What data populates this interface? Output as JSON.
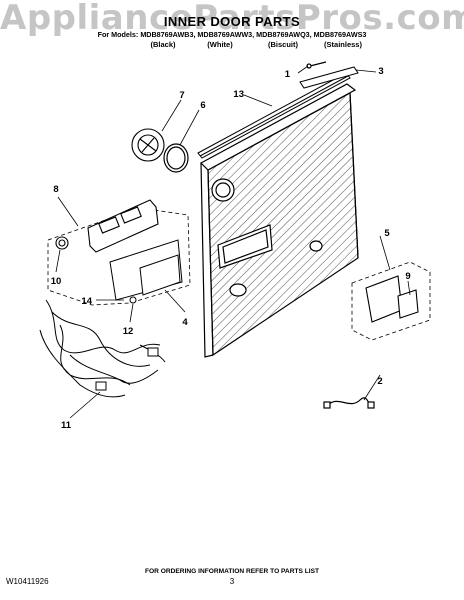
{
  "watermark": "AppliancePartsPros.com",
  "title": "INNER DOOR PARTS",
  "models": "For Models: MDB8769AWB3, MDB8769AWW3, MDB8769AWQ3, MDB8769AWS3",
  "variants": [
    "(Black)",
    "(White)",
    "(Biscuit)",
    "(Stainless)"
  ],
  "callouts": [
    "1",
    "2",
    "3",
    "4",
    "5",
    "6",
    "7",
    "8",
    "9",
    "10",
    "11",
    "12",
    "13",
    "14"
  ],
  "footer": {
    "code": "W10411926",
    "ordering": "FOR ORDERING INFORMATION REFER TO PARTS LIST",
    "page": "3"
  },
  "colors": {
    "line": "#000000",
    "hatch": "#555555",
    "watermark": "#969696"
  }
}
